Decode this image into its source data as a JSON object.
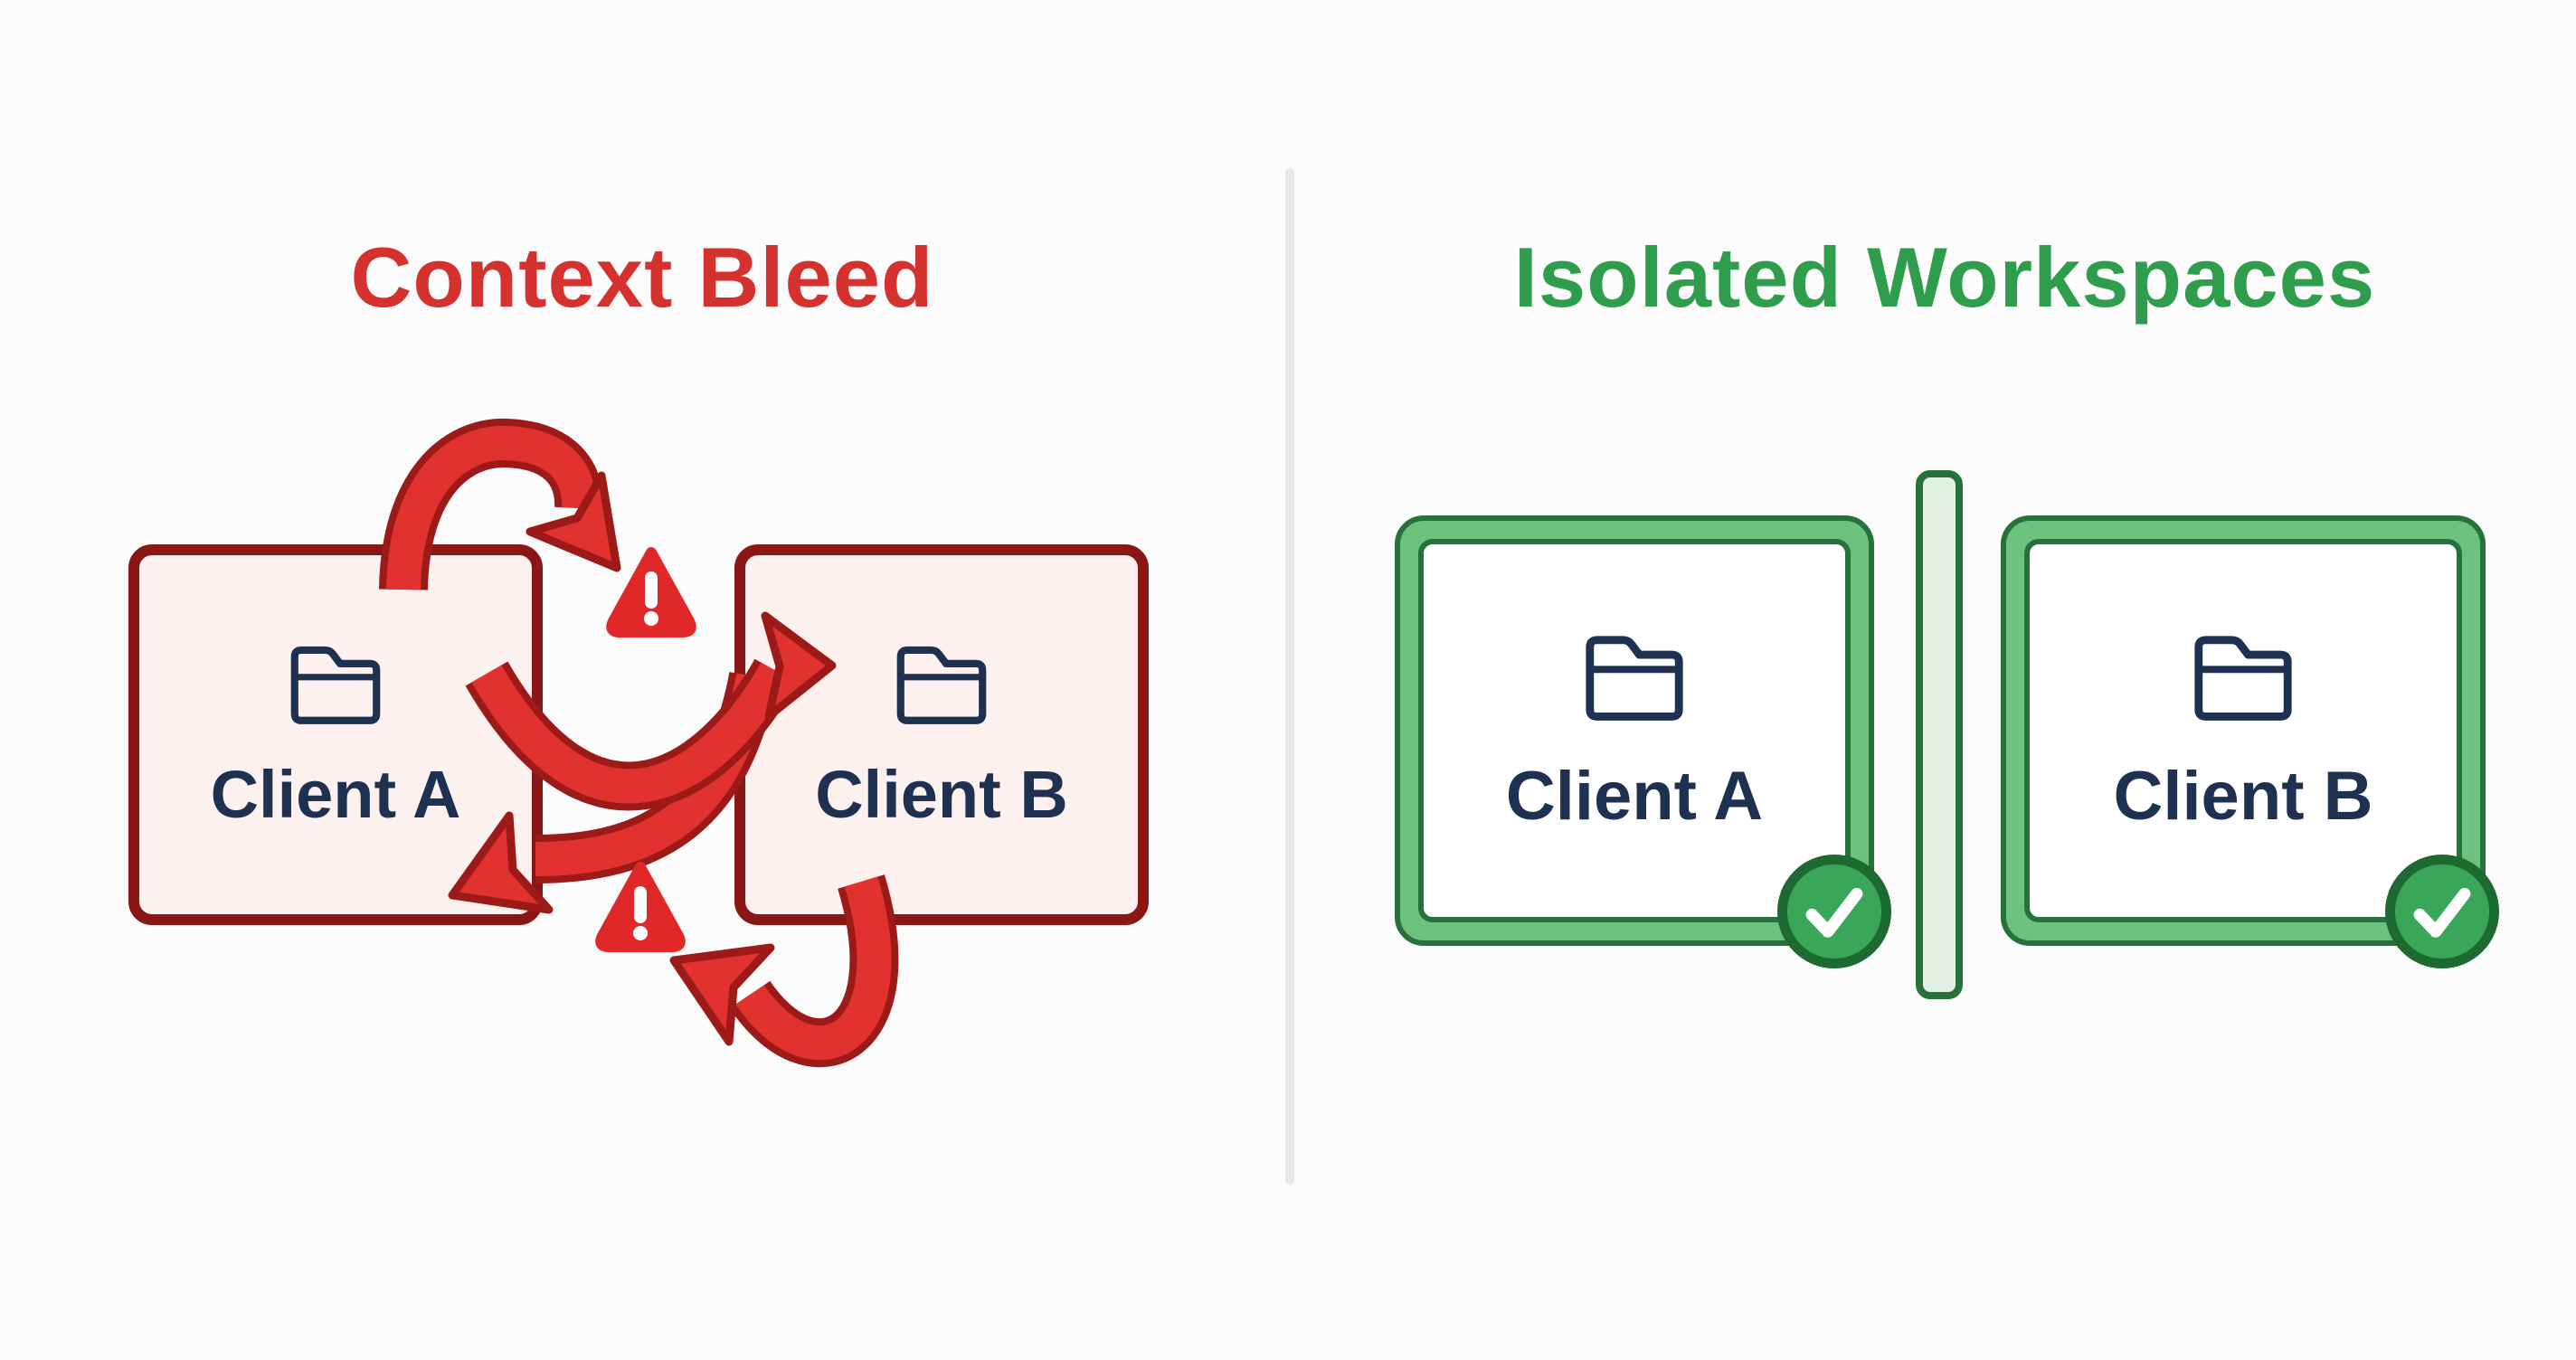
{
  "left_panel": {
    "title": "Context Bleed",
    "clients": [
      {
        "label": "Client A"
      },
      {
        "label": "Client B"
      }
    ],
    "icons": [
      "folder-icon",
      "warning-icon",
      "crossing-arrows"
    ]
  },
  "right_panel": {
    "title": "Isolated Workspaces",
    "clients": [
      {
        "label": "Client A"
      },
      {
        "label": "Client B"
      }
    ],
    "icons": [
      "folder-icon",
      "check-icon",
      "isolation-bar"
    ]
  },
  "colors": {
    "red-title": "#d5312f",
    "red-arrow": "#e23230",
    "red-arrow-dark": "#9c1a18",
    "red-box-border": "#8a1716",
    "red-box-fill": "#fdf1f0",
    "warning-red": "#e02828",
    "navy": "#1e3150",
    "green-title": "#2f9e4c",
    "green-band": "#6dc17f",
    "green-dark": "#27713b",
    "green-check": "#3aa659",
    "green-check-ring": "#1d6b31",
    "green-bar-fill": "#e3f1e5",
    "divider-gray": "#e8e8e8",
    "background": "#fcfbfb"
  }
}
